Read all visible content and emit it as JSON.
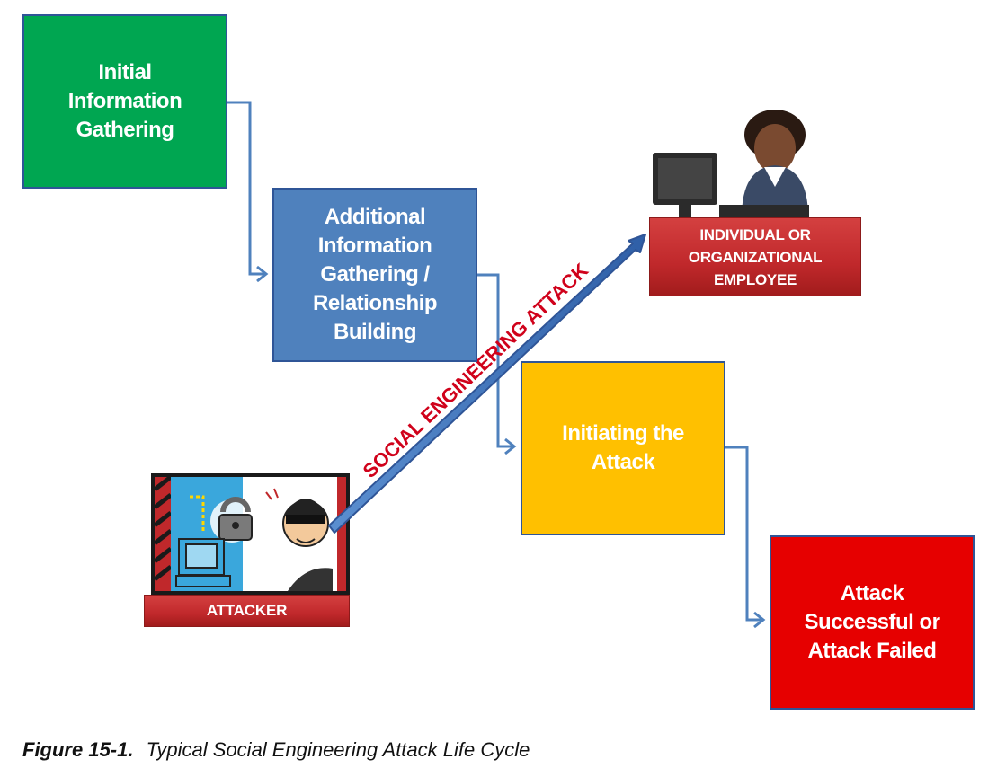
{
  "diagram": {
    "steps": [
      {
        "label": "Initial Information Gathering",
        "color": "#00a651"
      },
      {
        "label": "Additional Information Gathering / Relationship Building",
        "color": "#4f81bd"
      },
      {
        "label": "Initiating the Attack",
        "color": "#ffc000"
      },
      {
        "label": "Attack Successful or Attack Failed",
        "color": "#e60000"
      }
    ],
    "attack_arrow": {
      "label": "SOCIAL ENGINEERING ATTACK",
      "label_color": "#d0021b",
      "arrow_color": "#4f81bd"
    },
    "target": {
      "label": "INDIVIDUAL OR ORGANIZATIONAL EMPLOYEE",
      "icon": "office-worker-icon",
      "color": "#c0282b"
    },
    "attacker": {
      "label": "ATTACKER",
      "icon": "hacker-icon",
      "color": "#c0282b"
    },
    "connector_color": "#4f81bd"
  },
  "caption": {
    "figure_number": "Figure 15-1.",
    "title": "Typical Social Engineering Attack Life Cycle"
  }
}
